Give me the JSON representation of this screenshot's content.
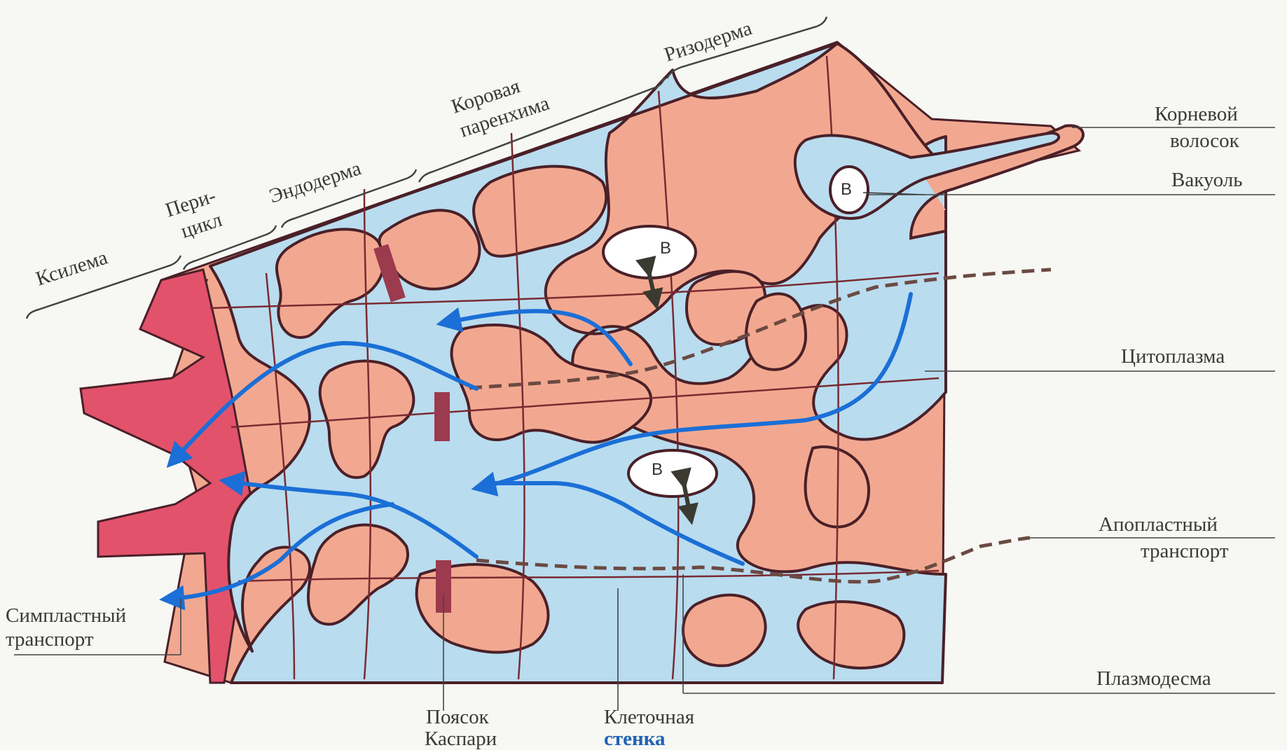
{
  "layers": {
    "xylem": "Ксилема",
    "pericycle_1": "Пери-",
    "pericycle_2": "цикл",
    "endoderm": "Эндодерма",
    "cortex_1": "Коровая",
    "cortex_2": "паренхима",
    "rhizoderm": "Ризодерма"
  },
  "labels": {
    "root_hair_1": "Корневой",
    "root_hair_2": "волосок",
    "vacuole": "Вакуоль",
    "cytoplasm": "Цитоплазма",
    "apoplast_1": "Апопластный",
    "apoplast_2": "транспорт",
    "plasmodesma": "Плазмодесма",
    "symplast_1": "Симпластный",
    "symplast_2": "транспорт",
    "casparian_1": "Поясок",
    "casparian_2": "Каспари",
    "cell_wall_1": "Клеточная",
    "cell_wall_2": "стенка"
  },
  "vacuole_letter": "В",
  "colors": {
    "cell_fill": "#f2a890",
    "cytoplasm_fill": "#b9dcef",
    "xylem_fill": "#e3526b",
    "casparian_strip": "#9c3a4e",
    "cell_outline": "#4a2028",
    "flow_arrow": "#1b6fd6",
    "apoplast_dash": "#6b4a42"
  }
}
